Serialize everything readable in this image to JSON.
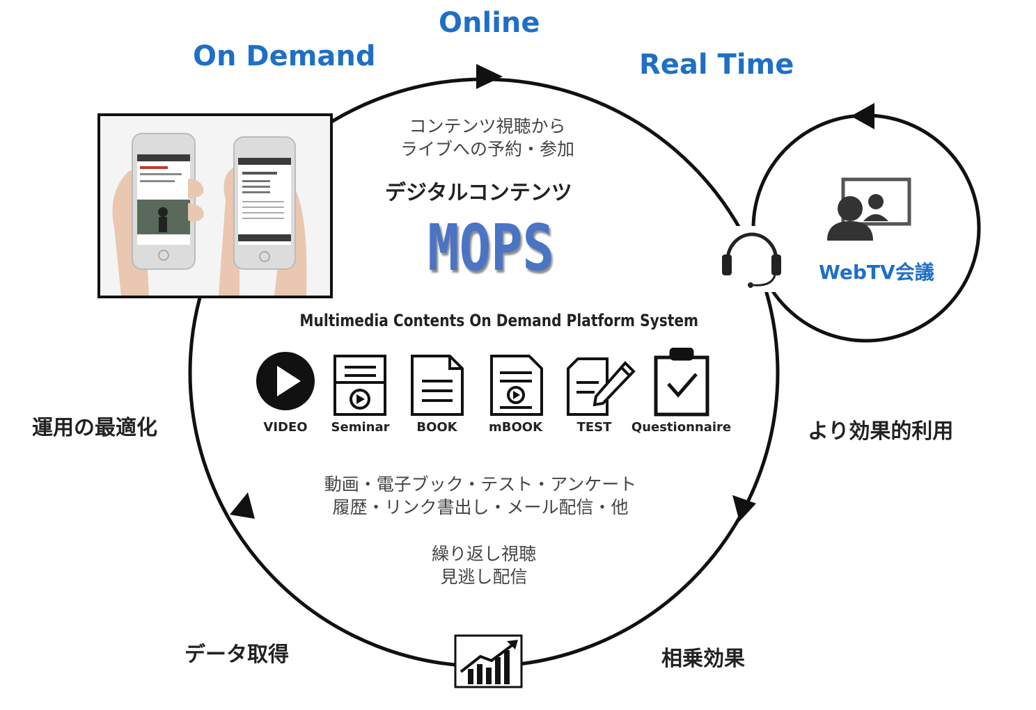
{
  "header": {
    "online": "Online",
    "on_demand": "On Demand",
    "real_time": "Real Time"
  },
  "center": {
    "intro_line1": "コンテンツ視聴から",
    "intro_line2": "ライブへの予約・参加",
    "digital_contents": "デジタルコンテンツ",
    "logo": "MOPS",
    "subtitle": "Multimedia Contents On Demand Platform System",
    "icons": [
      {
        "label": "VIDEO",
        "icon": "play-icon"
      },
      {
        "label": "Seminar",
        "icon": "seminar-icon"
      },
      {
        "label": "BOOK",
        "icon": "book-icon"
      },
      {
        "label": "mBOOK",
        "icon": "mbook-icon"
      },
      {
        "label": "TEST",
        "icon": "test-icon"
      },
      {
        "label": "Questionnaire",
        "icon": "clipboard-check-icon"
      }
    ],
    "features_line1": "動画・電子ブック・テスト・アンケート",
    "features_line2": "履歴・リンク書出し・メール配信・他",
    "replay_line1": "繰り返し視聴",
    "replay_line2": "見逃し配信"
  },
  "cycle": {
    "left": "運用の最適化",
    "right": "より効果的利用",
    "bottom_left": "データ取得",
    "bottom_right": "相乗効果"
  },
  "webtv": {
    "label": "WebTV会議",
    "icon": "video-conference-icon"
  },
  "colors": {
    "accent_blue": "#1f6fc5",
    "logo_blue": "#4a74c4"
  }
}
